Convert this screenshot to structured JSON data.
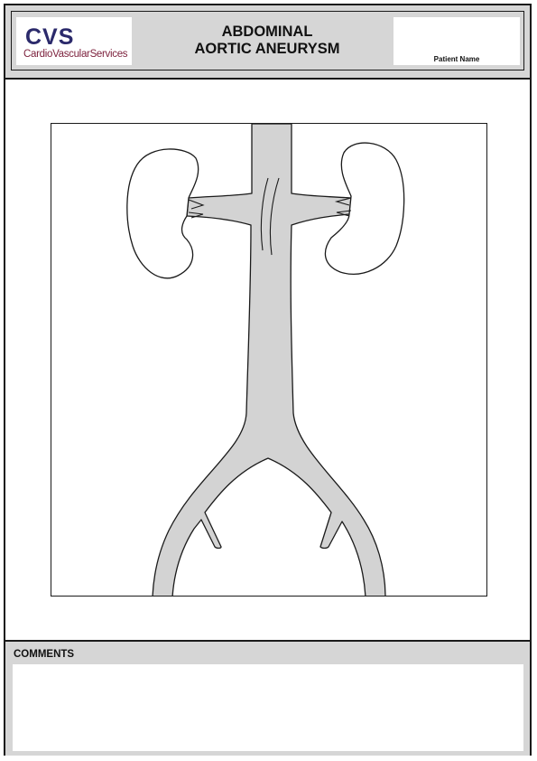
{
  "logo": {
    "mark": "CVS",
    "subtitle": "CardioVascularServices"
  },
  "header": {
    "title_line1": "ABDOMINAL",
    "title_line2": "AORTIC ANEURYSM"
  },
  "patient": {
    "label": "Patient Name",
    "value": ""
  },
  "comments": {
    "label": "COMMENTS",
    "value": ""
  },
  "colors": {
    "vessel_fill": "#d3d3d3",
    "panel_gray": "#d6d6d6",
    "outline": "#1a1a1a",
    "logo_blue": "#2b2a6b",
    "logo_maroon": "#7b1f3b"
  }
}
